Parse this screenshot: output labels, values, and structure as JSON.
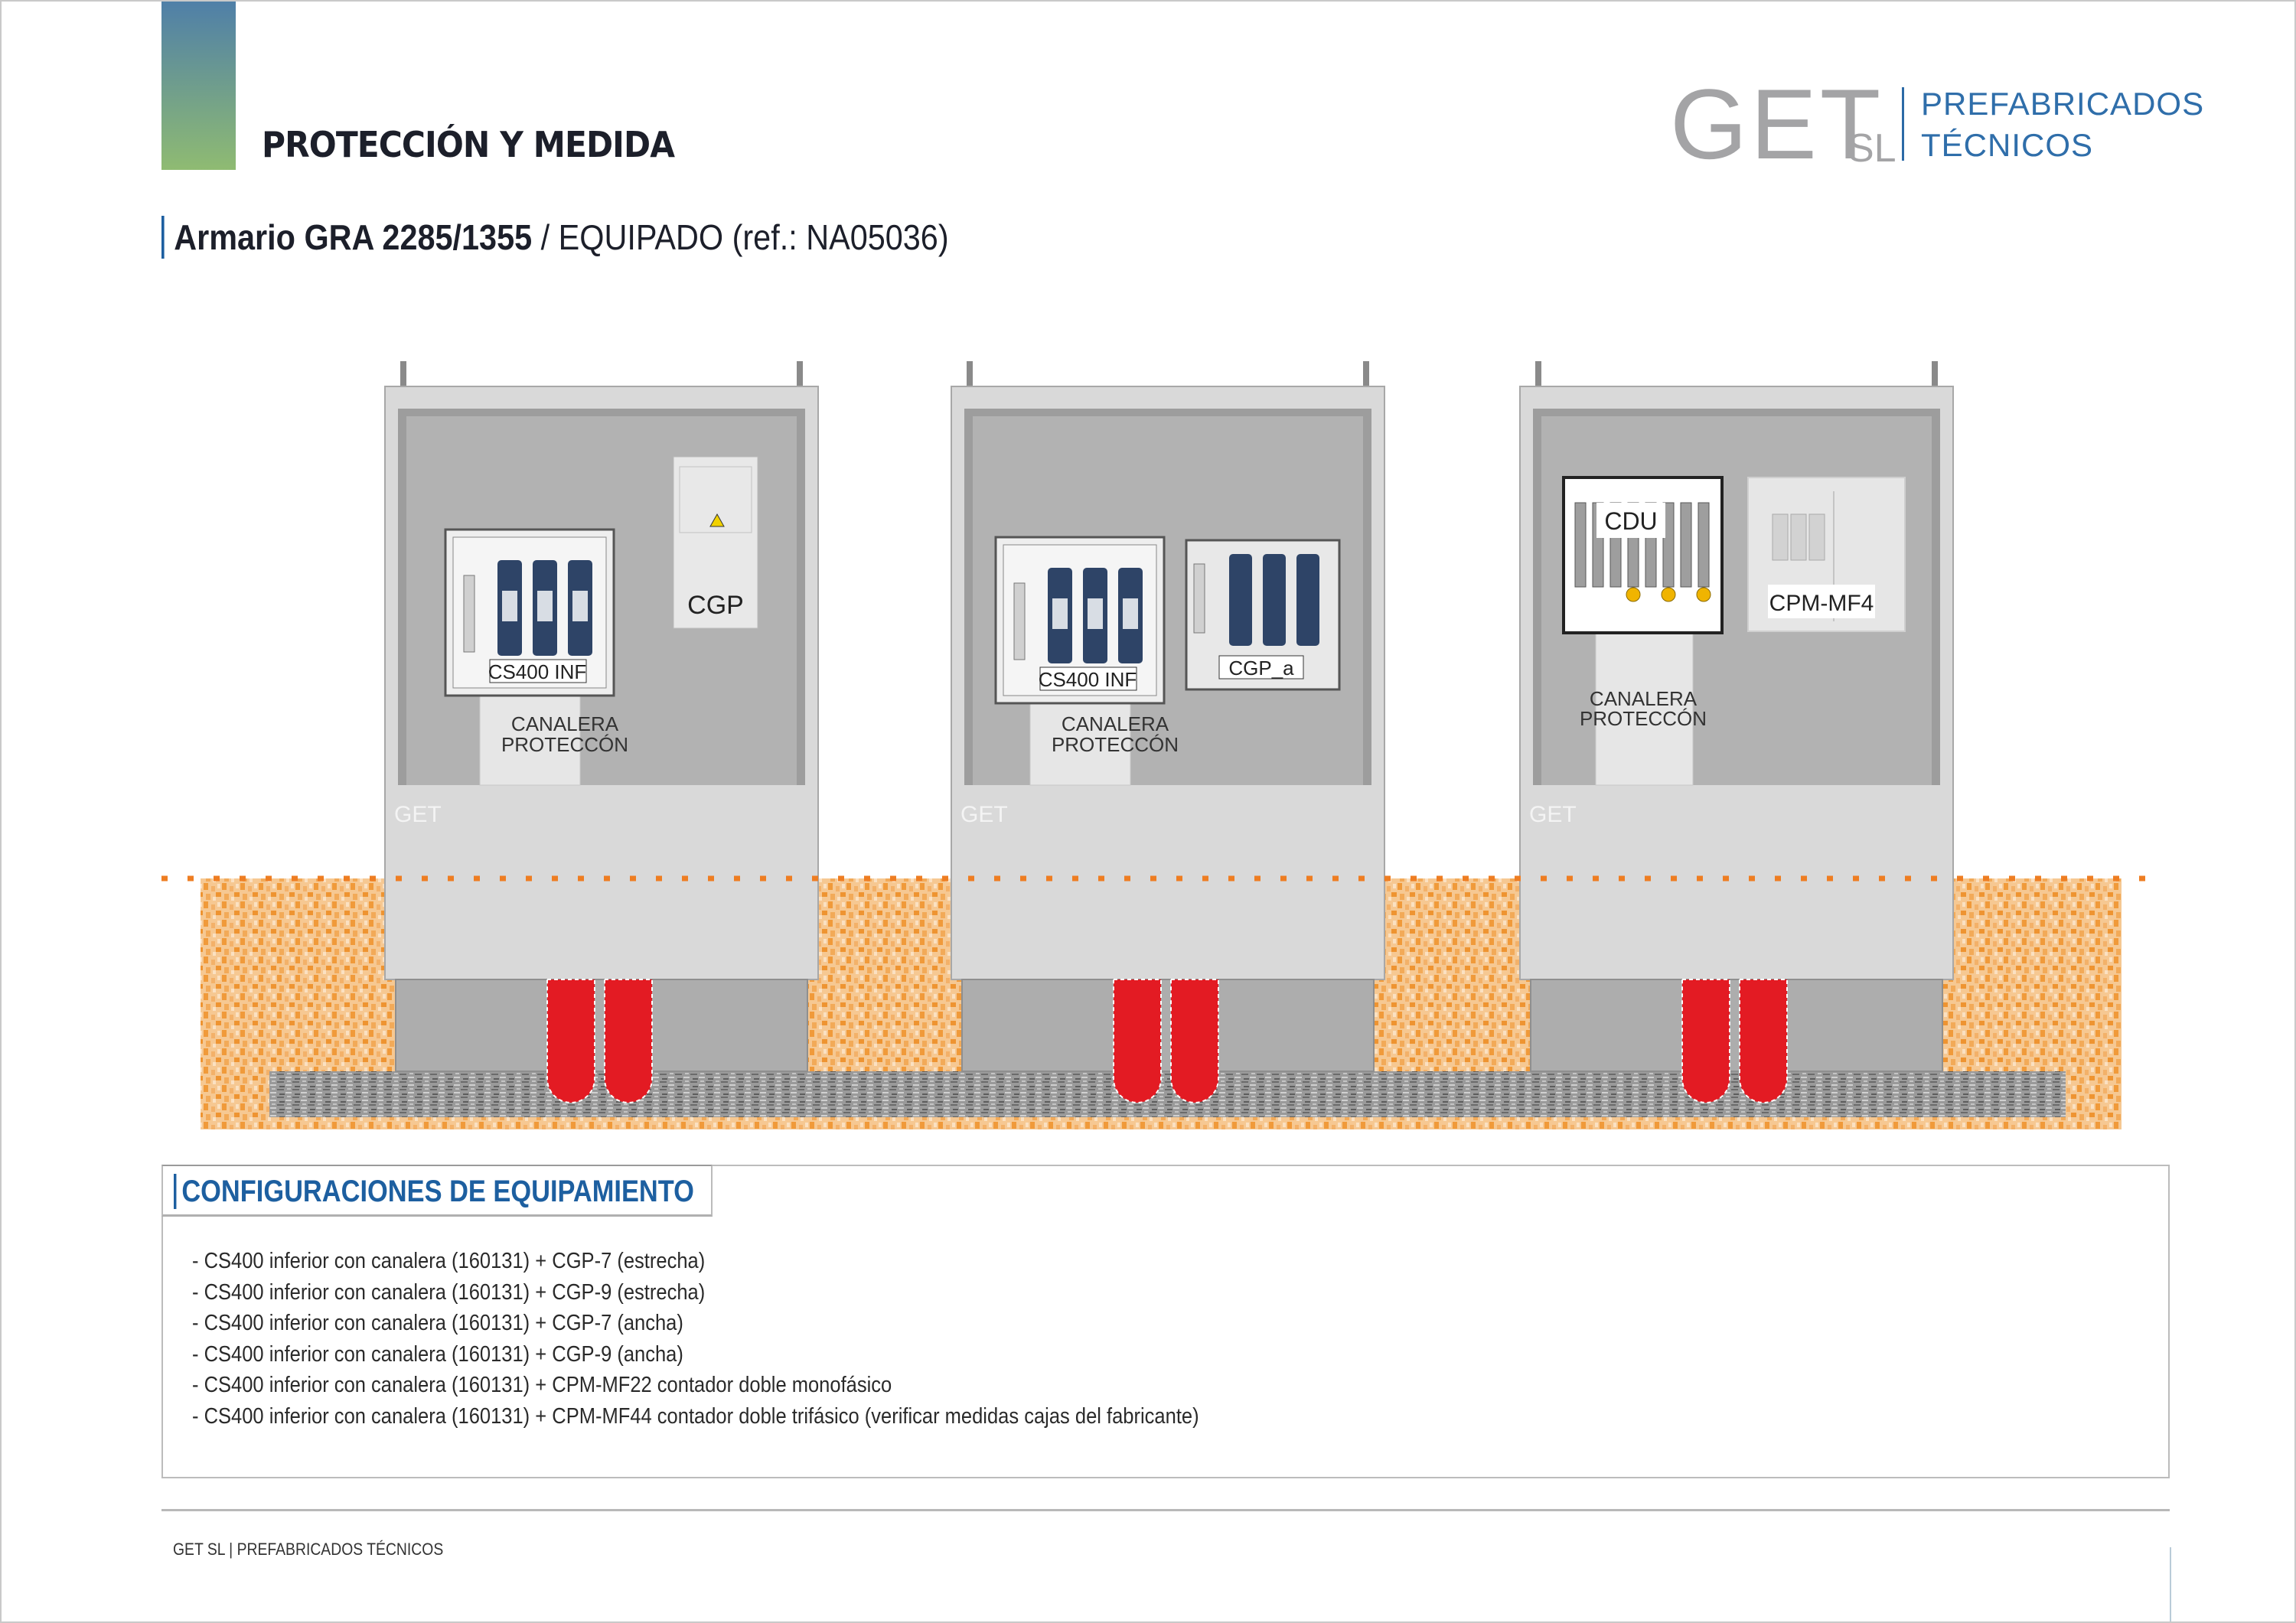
{
  "header": {
    "section_title": "PROTECCIÓN Y MEDIDA",
    "subtitle_bold": "Armario GRA 2285/1355",
    "subtitle_rest": " / EQUIPADO (ref.: NA05036)"
  },
  "logo": {
    "brand": "GET",
    "suffix": "SL",
    "line1": "PREFABRICADOS",
    "line2": "TÉCNICOS"
  },
  "diagram": {
    "cabinets": [
      {
        "watermark": "GET",
        "left_unit": "CS400 INF",
        "right_unit": "CGP",
        "right_type": "cgp",
        "canalera_1": "CANALERA",
        "canalera_2": "PROTECCÓN"
      },
      {
        "watermark": "GET",
        "left_unit": "CS400 INF",
        "right_unit": "CGP_a",
        "right_type": "cgp_a",
        "canalera_1": "CANALERA",
        "canalera_2": "PROTECCÓN"
      },
      {
        "watermark": "GET",
        "left_unit": "CDU",
        "right_unit": "CPM-MF4",
        "right_type": "cpm",
        "canalera_1": "CANALERA",
        "canalera_2": "PROTECCÓN"
      }
    ],
    "colors": {
      "sand": "#f0a24a",
      "pipe": "#e31b23",
      "ground_line": "#ee7d22"
    }
  },
  "configurations": {
    "title": "CONFIGURACIONES DE EQUIPAMIENTO",
    "items": [
      "- CS400 inferior con canalera (160131) + CGP-7 (estrecha)",
      "- CS400 inferior con canalera (160131) + CGP-9 (estrecha)",
      "- CS400 inferior con canalera (160131) + CGP-7 (ancha)",
      "- CS400 inferior con canalera (160131) + CGP-9 (ancha)",
      "- CS400 inferior con canalera (160131) + CPM-MF22 contador doble monofásico",
      "- CS400 inferior con canalera (160131) + CPM-MF44 contador doble trifásico (verificar medidas cajas del fabricante)"
    ]
  },
  "footer": {
    "text": "GET SL | PREFABRICADOS TÉCNICOS"
  }
}
